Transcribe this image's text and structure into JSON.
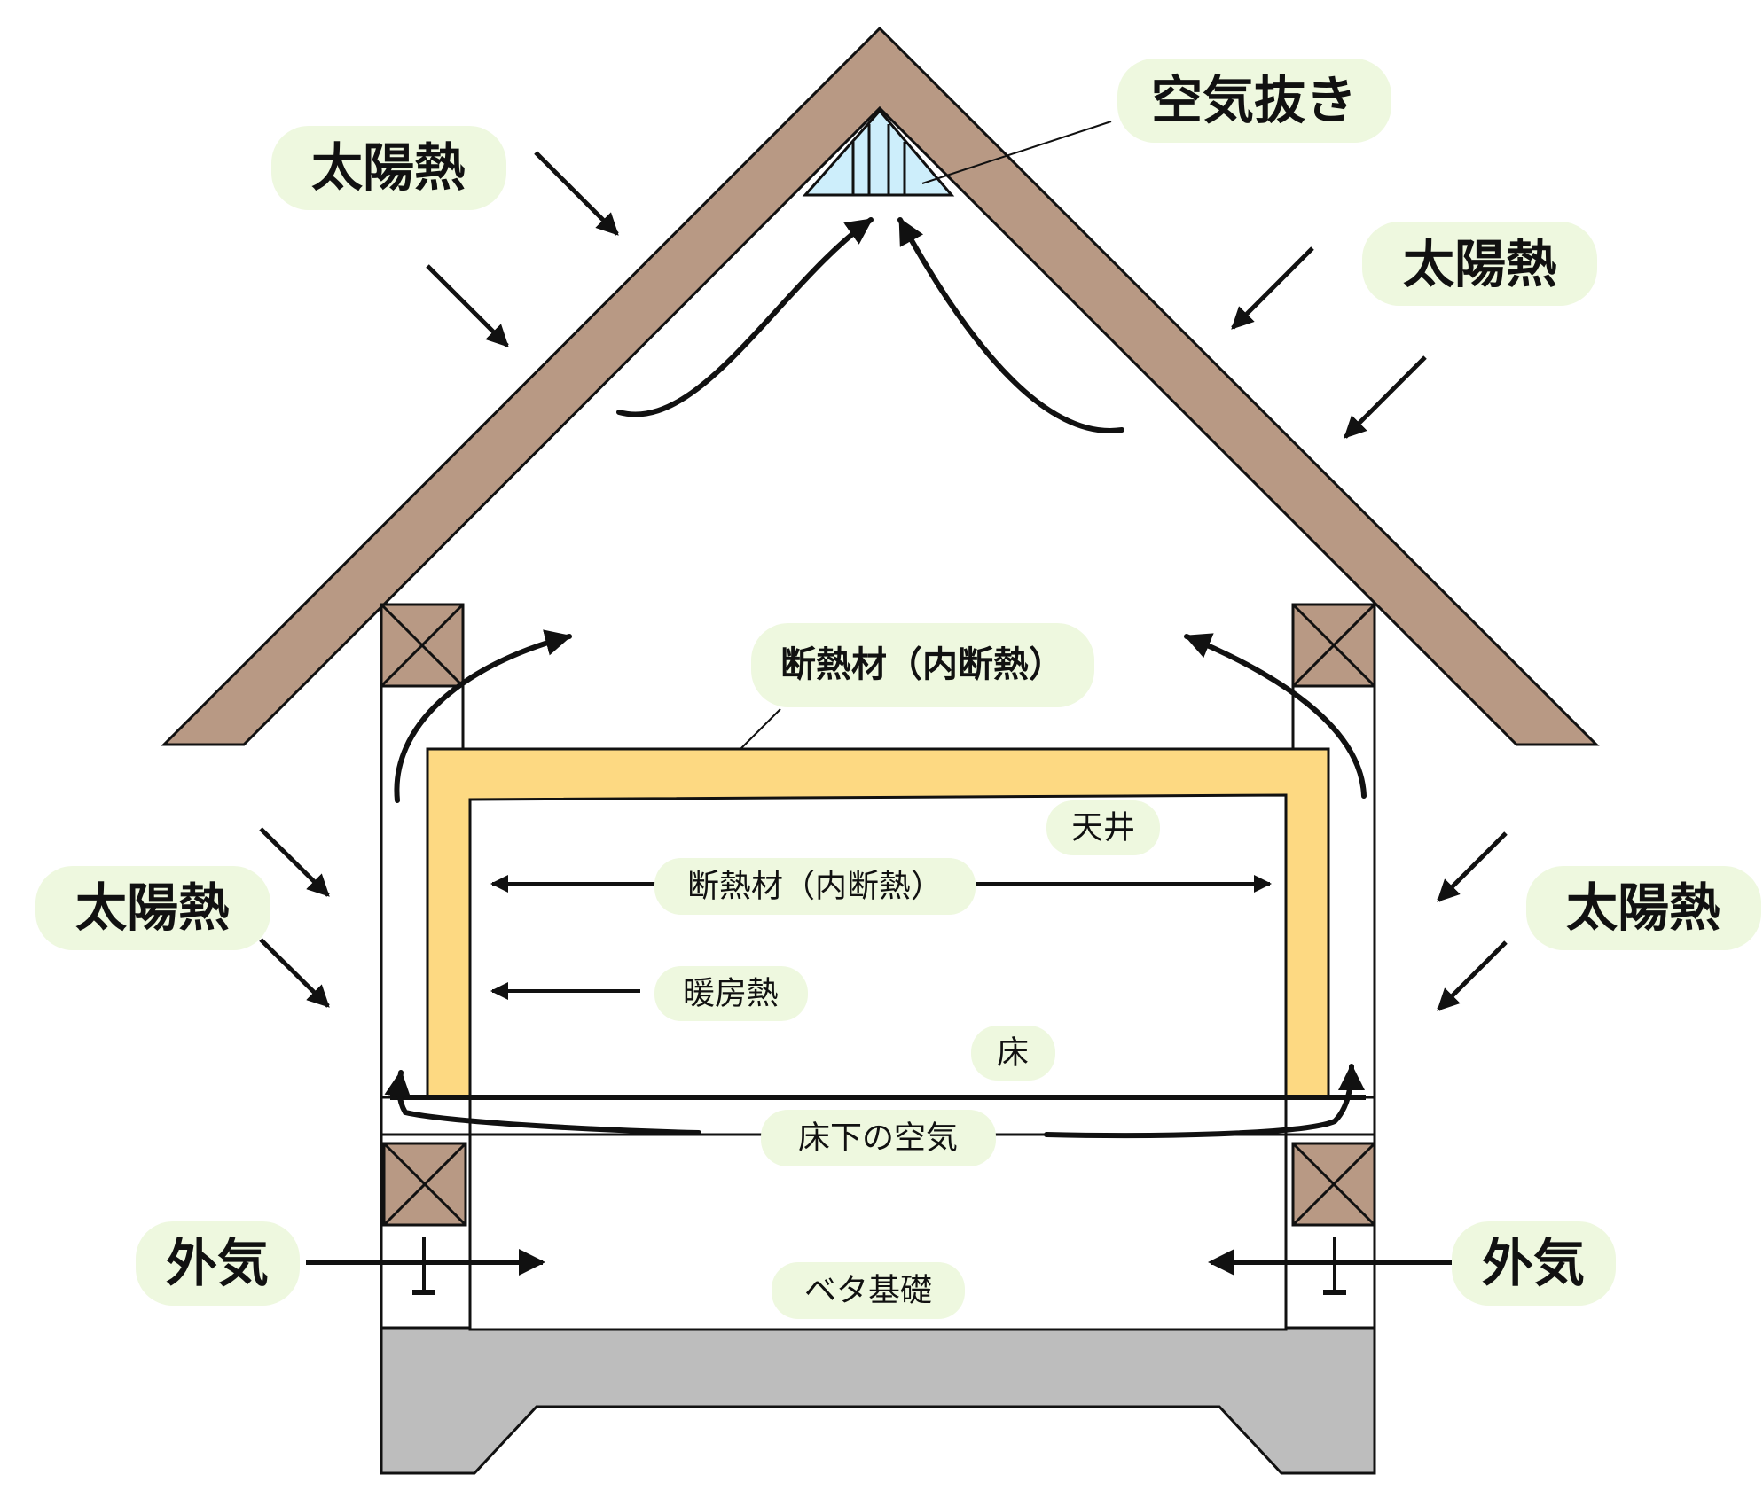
{
  "colors": {
    "roof": "#b89984",
    "insulation": "#fdd982",
    "vent": "#cdeefb",
    "foundation": "#bdbdbd",
    "label_bg": "#eef8df",
    "line": "#111111"
  },
  "labels": {
    "vent": "空気抜き",
    "solar_top_left": "太陽熱",
    "solar_top_right": "太陽熱",
    "solar_side_left": "太陽熱",
    "solar_side_right": "太陽熱",
    "insulation_top": "断熱材（内断熱）",
    "insulation_inner": "断熱材（内断熱）",
    "ceiling": "天井",
    "heating": "暖房熱",
    "floor": "床",
    "underfloor_air": "床下の空気",
    "outside_air_left": "外気",
    "outside_air_right": "外気",
    "foundation": "ベタ基礎"
  }
}
